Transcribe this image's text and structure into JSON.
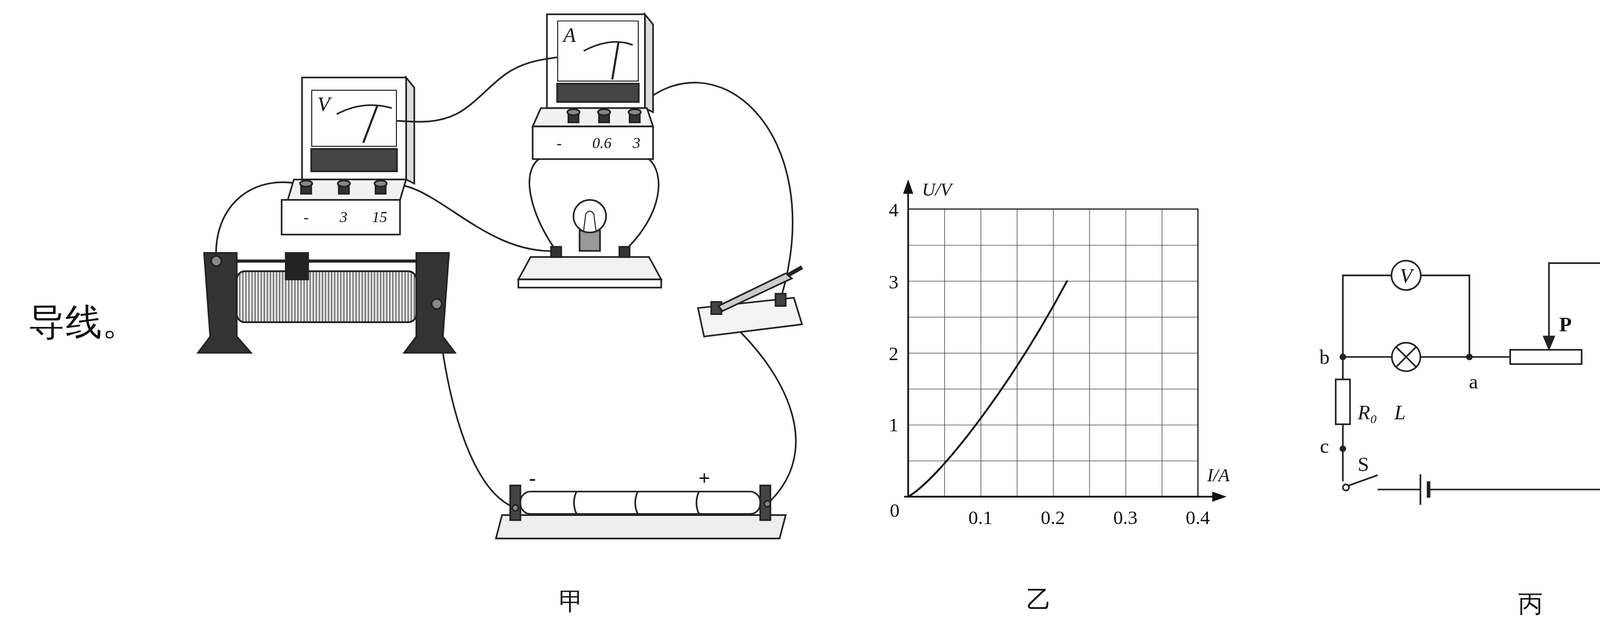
{
  "diagram": {
    "nodes": [
      {
        "text": [
          "V"
        ]
      },
      {
        "text": [
          "A"
        ]
      },
      {
        "text": [
          "V"
        ]
      }
    ],
    "edges": [
      {
        "from": 0,
        "to": 1,
        "arrow": "none"
      }
    ],
    "labels": [
      "导线。",
      "-",
      "3",
      "15",
      "-",
      "0.6",
      "3",
      "-",
      "+",
      "甲",
      "U/V",
      "4",
      "3",
      "2",
      "1",
      "0",
      "0.1",
      "0.2",
      "0.3",
      "0.4",
      "I/A",
      "乙",
      "b",
      "a",
      "P",
      "R₀",
      "L",
      "c",
      "S",
      "丙"
    ]
  }
}
